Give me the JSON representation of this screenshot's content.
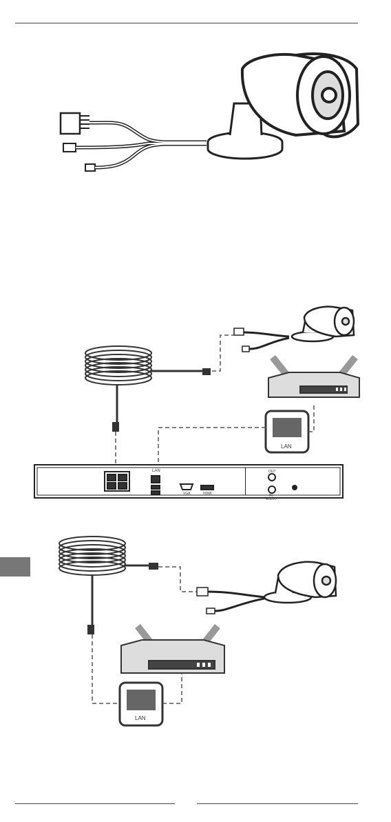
{
  "nvr": {
    "lan_port_label": "LAN",
    "vga_label": "VGA",
    "hdmi_label": "HDMI",
    "audio_out_label": "OUT",
    "audio_in_label": "IN",
    "audio_label": "AUDIO"
  },
  "router_top": {
    "lan_label": "LAN"
  },
  "router_bottom": {
    "lan_label": "LAN"
  },
  "colors": {
    "line": "#222222",
    "gray_fill": "#cfcfcf",
    "dark": "#333333",
    "tab": "#777777"
  }
}
